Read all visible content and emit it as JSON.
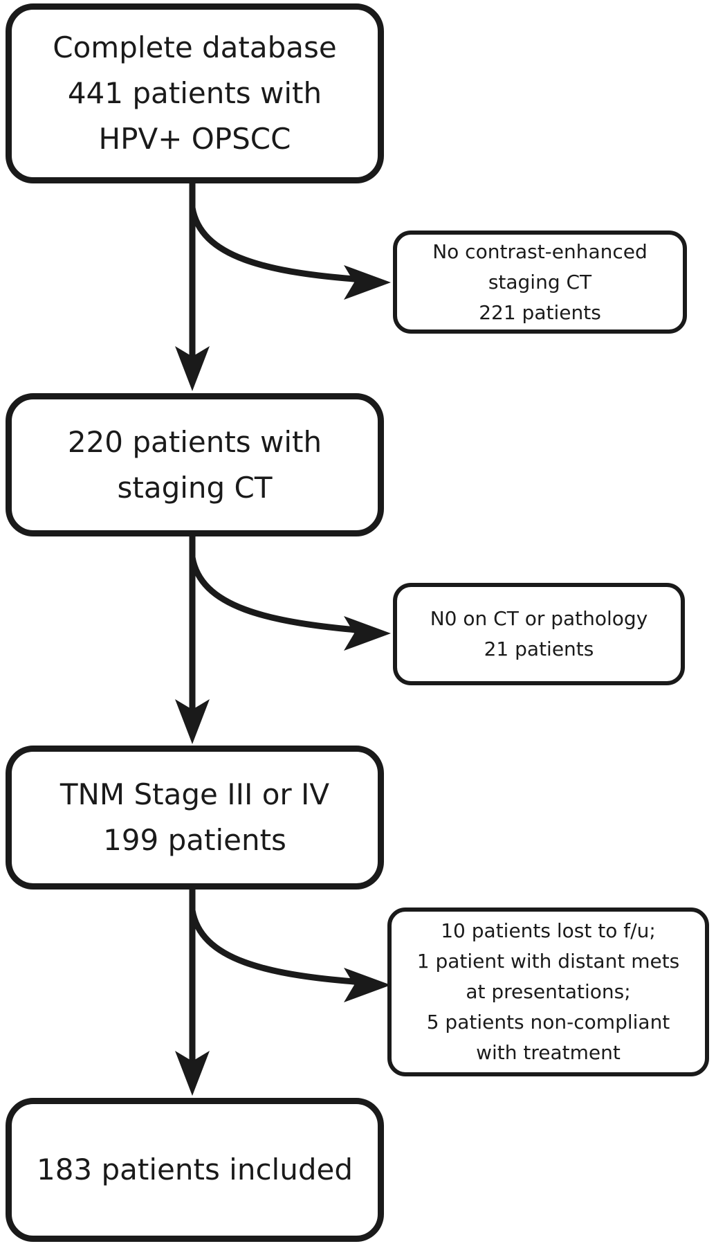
{
  "flowchart": {
    "steps": [
      {
        "lines": [
          "Complete database",
          "441 patients with",
          "HPV+ OPSCC"
        ]
      },
      {
        "lines": [
          "220 patients with",
          "staging CT"
        ]
      },
      {
        "lines": [
          "TNM Stage III or IV",
          "199 patients"
        ]
      },
      {
        "lines": [
          "183 patients included"
        ]
      }
    ],
    "exclusions": [
      {
        "lines": [
          "No contrast-enhanced",
          "staging CT",
          "221 patients"
        ]
      },
      {
        "lines": [
          "N0 on CT or pathology",
          "21 patients"
        ]
      },
      {
        "lines": [
          "10 patients lost to f/u;",
          "1 patient with distant mets",
          "at presentations;",
          "5 patients non-compliant",
          "with treatment"
        ]
      }
    ]
  },
  "colors": {
    "stroke": "#1a1a1a",
    "background": "#ffffff"
  }
}
